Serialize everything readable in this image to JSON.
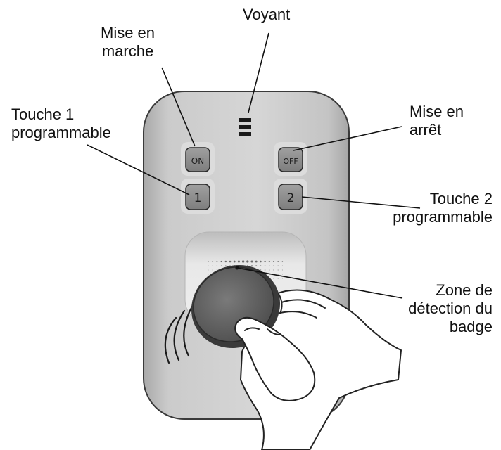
{
  "labels": {
    "voyant": "Voyant",
    "mise_en_marche": [
      "Mise en",
      "marche"
    ],
    "touche1": [
      "Touche 1",
      "programmable"
    ],
    "mise_en_arret": [
      "Mise en",
      "arrêt"
    ],
    "touche2": [
      "Touche 2",
      "programmable"
    ],
    "zone": [
      "Zone de",
      "détection du",
      "badge"
    ]
  },
  "keys": {
    "on": "ON",
    "off": "OFF",
    "one": "1",
    "two": "2"
  },
  "colors": {
    "device_body": "#c7c7c7",
    "device_edge": "#3a3a3a",
    "key_face": "#8e8e8e",
    "key_recess": "#d8d8d8",
    "badge": "#5e5e5e",
    "skin_line": "#222222"
  }
}
